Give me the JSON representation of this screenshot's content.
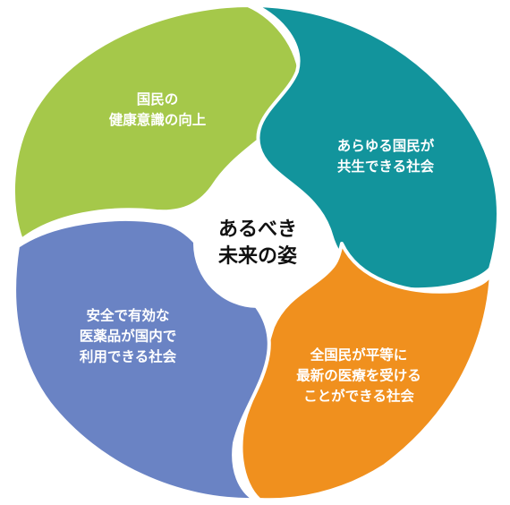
{
  "colors": {
    "green": "#a5c84a",
    "teal": "#12949c",
    "orange": "#f0901e",
    "blue": "#6a83c4",
    "center": "#ffffff",
    "gap": "#ffffff"
  },
  "center": {
    "line1": "あるべき",
    "line2": "未来の姿"
  },
  "segments": {
    "green": {
      "line1": "国民の",
      "line2": "健康意識の向上"
    },
    "teal": {
      "line1": "あらゆる国民が",
      "line2": "共生できる社会"
    },
    "orange": {
      "line1": "全国民が平等に",
      "line2": "最新の医療を受ける",
      "line3": "ことができる社会"
    },
    "blue": {
      "line1": "安全で有効な",
      "line2": "医薬品が国内で",
      "line3": "利用できる社会"
    }
  }
}
